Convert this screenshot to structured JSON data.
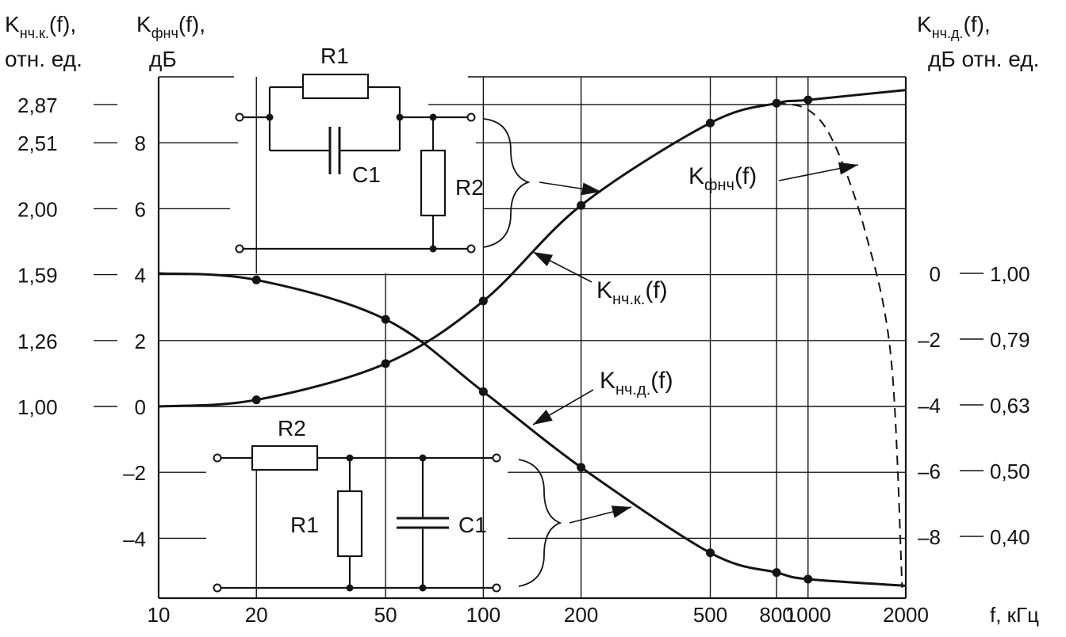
{
  "chart_data": {
    "type": "line",
    "x_scale": "log",
    "xlim": [
      10,
      2000
    ],
    "grid": true,
    "x_ticks": [
      10,
      20,
      50,
      100,
      200,
      500,
      800,
      1000,
      2000
    ],
    "x_axis_label": "f, кГц",
    "left_axis": {
      "title_main": "K",
      "title_sub": "нч.к.",
      "title_tail": "(f),",
      "title_line2": "отн. ед.",
      "ticks": [
        {
          "label": "2,87",
          "at_db": 9.16
        },
        {
          "label": "2,51",
          "at_db": 8
        },
        {
          "label": "2,00",
          "at_db": 6
        },
        {
          "label": "1,59",
          "at_db": 4
        },
        {
          "label": "1,26",
          "at_db": 2
        },
        {
          "label": "1,00",
          "at_db": 0
        }
      ]
    },
    "db_axis": {
      "title_main": "K",
      "title_sub": "фнч",
      "title_tail": "(f),",
      "title_line2": "дБ",
      "ylim": [
        -5.5,
        10
      ],
      "ticks": [
        8,
        6,
        4,
        2,
        0,
        -2,
        -4
      ],
      "tick_labels": [
        "8",
        "6",
        "4",
        "2",
        "0",
        "–2",
        "–4"
      ]
    },
    "right_db_axis": {
      "ticks": [
        0,
        -2,
        -4,
        -6,
        -8
      ],
      "tick_labels": [
        "0",
        "–2",
        "–4",
        "–6",
        "–8"
      ]
    },
    "right_rel_axis": {
      "title_main": "K",
      "title_sub": "нч.д.",
      "title_tail": "(f),",
      "title_line2": "дБ  отн. ед.",
      "ticks": [
        {
          "label": "1,00",
          "at_db": 0
        },
        {
          "label": "0,79",
          "at_db": -2
        },
        {
          "label": "0,63",
          "at_db": -4
        },
        {
          "label": "0,50",
          "at_db": -6
        },
        {
          "label": "0,40",
          "at_db": -8
        }
      ]
    },
    "series": [
      {
        "name": "Kнч.к.(f)",
        "axis": "left_db",
        "x": [
          10,
          20,
          50,
          100,
          200,
          500,
          800,
          1000,
          2000
        ],
        "y": [
          0,
          0.2,
          1.3,
          3.2,
          6.1,
          8.6,
          9.2,
          9.3,
          9.6
        ],
        "markers_at": [
          20,
          50,
          100,
          200,
          500,
          800,
          1000
        ]
      },
      {
        "name": "Kнч.д.(f)",
        "axis": "right_db",
        "x": [
          10,
          20,
          50,
          100,
          200,
          500,
          800,
          1000,
          2000
        ],
        "y": [
          0,
          -0.2,
          -1.4,
          -3.6,
          -5.9,
          -8.5,
          -9.1,
          -9.3,
          -9.5
        ],
        "markers_at": [
          20,
          50,
          100,
          200,
          500,
          800,
          1000
        ]
      },
      {
        "name": "Kфнч(f)",
        "axis": "left_db",
        "style": "dashed",
        "x": [
          800,
          1000,
          1200,
          1500,
          1800,
          1950
        ],
        "y": [
          9.2,
          9.0,
          8.0,
          5.3,
          1.5,
          -5.5
        ]
      }
    ],
    "annotations": [
      {
        "main": "K",
        "sub": "фнч",
        "tail": "(f)"
      },
      {
        "main": "K",
        "sub": "нч.к.",
        "tail": "(f)"
      },
      {
        "main": "K",
        "sub": "нч.д.",
        "tail": "(f)"
      }
    ],
    "circuits": {
      "top": {
        "labels": [
          "R1",
          "C1",
          "R2"
        ]
      },
      "bottom": {
        "labels": [
          "R2",
          "R1",
          "C1"
        ]
      }
    }
  }
}
